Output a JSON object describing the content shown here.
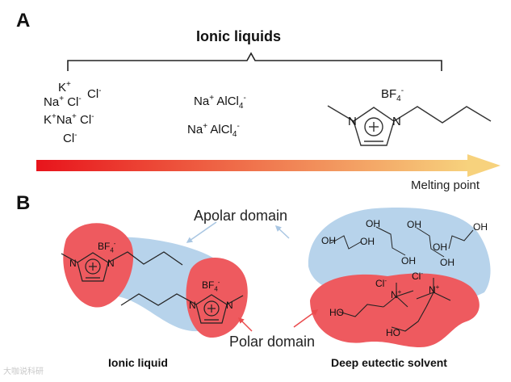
{
  "panel_a": {
    "label": "A",
    "title": "Ionic liquids",
    "group1": [
      "K+",
      "Na+ Cl-",
      "Cl-",
      "K+Na+ Cl-",
      "Cl-"
    ],
    "group2": [
      "Na+ AlCl4-",
      "Na+ AlCl4-"
    ],
    "anion": "BF4-",
    "axis_label": "Melting point",
    "gradient_colors": [
      "#e8141c",
      "#f7d27d"
    ]
  },
  "panel_b": {
    "label": "B",
    "apolar_domain": "Apolar domain",
    "polar_domain": "Polar domain",
    "caption_left": "Ionic liquid",
    "caption_right": "Deep eutectic solvent",
    "anion_label": "BF4-",
    "chloride_label": "Cl-",
    "hydroxyl_label": "OH",
    "hydroxyl_label_alt": "HO",
    "polar_color": "#ee5a5f",
    "apolar_color": "#b7d3eb",
    "watermark": "大咖说科研"
  }
}
